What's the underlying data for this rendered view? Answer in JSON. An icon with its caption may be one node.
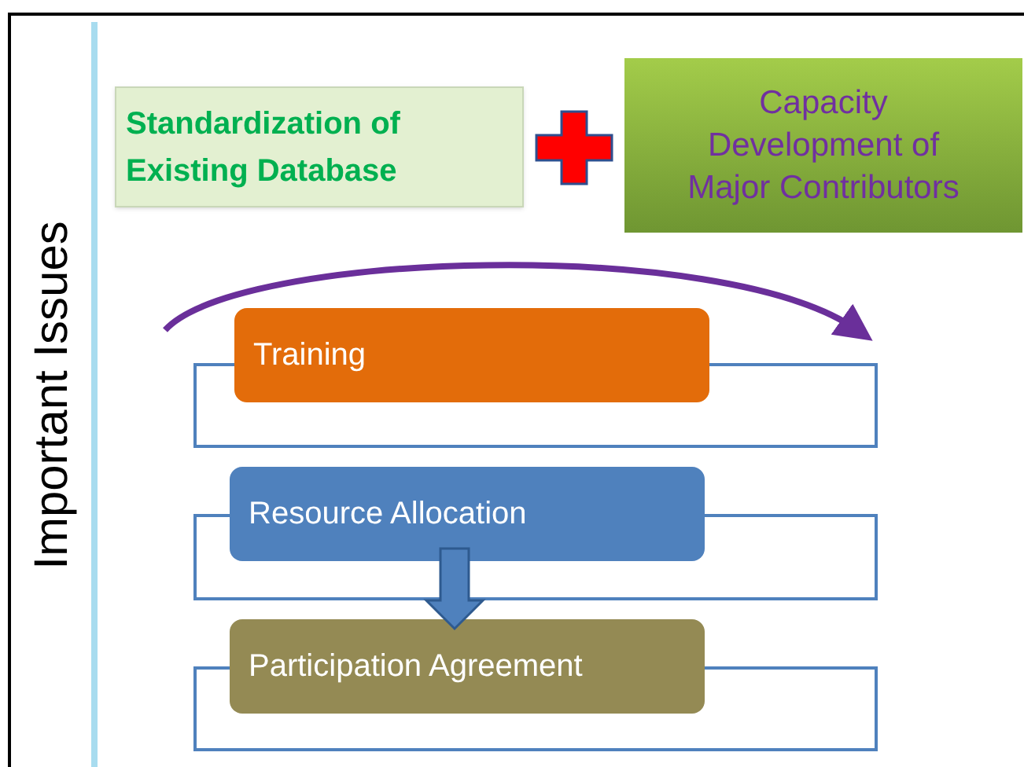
{
  "diagram": {
    "nodes": [
      {
        "text": [
          "Important Issues"
        ]
      },
      {
        "text": [
          "Standardization of Existing Database"
        ]
      },
      {
        "text": [
          "Capacity Development of Major Contributors"
        ]
      },
      {
        "text": [],
        "shape": "box"
      },
      {
        "text": [
          "Training"
        ]
      },
      {
        "text": [],
        "shape": "box"
      },
      {
        "text": [
          "Resource Allocation"
        ]
      },
      {
        "text": [],
        "shape": "box"
      },
      {
        "text": [
          "Participation Agreement"
        ]
      }
    ],
    "edges": [
      {
        "from": 6,
        "to": 8,
        "arrow": "to",
        "style": "thick"
      }
    ]
  }
}
